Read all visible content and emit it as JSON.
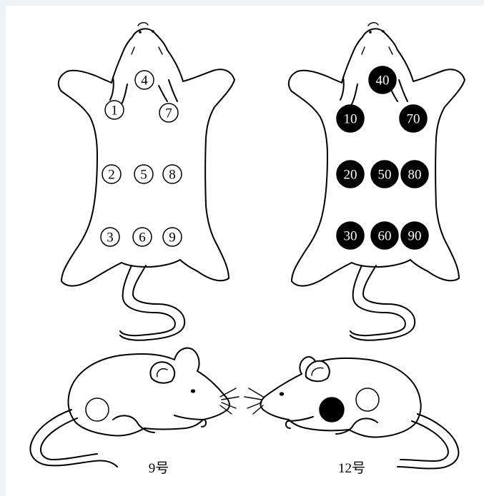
{
  "rat_left": {
    "marks": [
      {
        "label": "4",
        "style": "open"
      },
      {
        "label": "1",
        "style": "open"
      },
      {
        "label": "7",
        "style": "open"
      },
      {
        "label": "2",
        "style": "open"
      },
      {
        "label": "5",
        "style": "open"
      },
      {
        "label": "8",
        "style": "open"
      },
      {
        "label": "3",
        "style": "open"
      },
      {
        "label": "6",
        "style": "open"
      },
      {
        "label": "9",
        "style": "open"
      }
    ]
  },
  "rat_right": {
    "marks": [
      {
        "label": "40",
        "style": "filled"
      },
      {
        "label": "10",
        "style": "filled"
      },
      {
        "label": "70",
        "style": "filled"
      },
      {
        "label": "20",
        "style": "filled"
      },
      {
        "label": "50",
        "style": "filled"
      },
      {
        "label": "80",
        "style": "filled"
      },
      {
        "label": "30",
        "style": "filled"
      },
      {
        "label": "60",
        "style": "filled"
      },
      {
        "label": "90",
        "style": "filled"
      }
    ]
  },
  "examples": {
    "left_caption": "9号",
    "right_caption": "12号"
  }
}
